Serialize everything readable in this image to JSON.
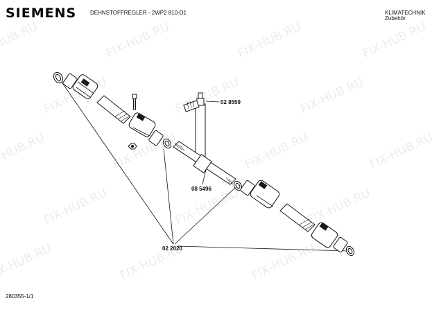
{
  "header": {
    "brand": "SIEMENS",
    "document_title": "DEHNSTOFFREGLER - 2WP2 810-D1",
    "category": "KLIMATECHNIK",
    "subcategory": "Zubehör"
  },
  "footer": {
    "document_number": "280355-1/1"
  },
  "parts": {
    "p1": "02 8559",
    "p2": "08 5496",
    "p3": "02 2020"
  },
  "watermark": "FIX-HUB.RU"
}
